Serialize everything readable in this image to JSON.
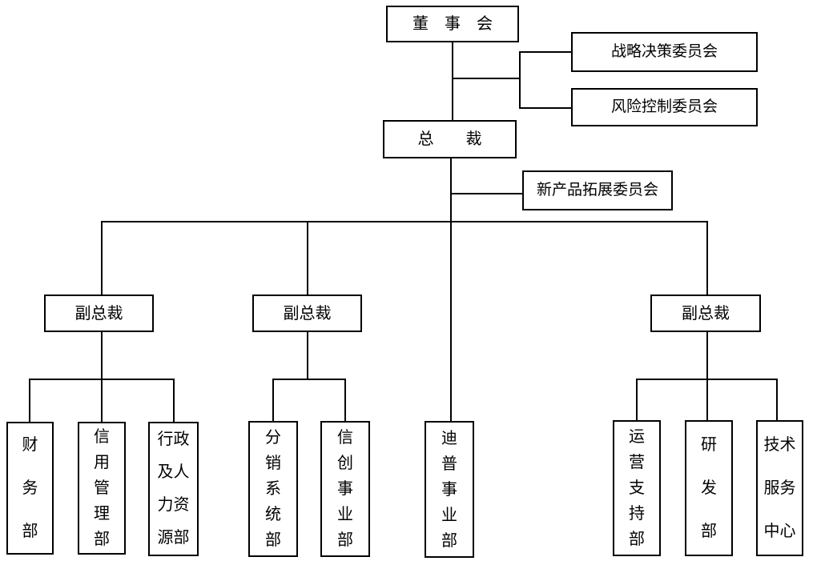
{
  "nodes": {
    "board": {
      "label": "董　事　会"
    },
    "strategy_committee": {
      "label": "战略决策委员会"
    },
    "risk_committee": {
      "label": "风险控制委员会"
    },
    "president": {
      "label": "总　　裁"
    },
    "new_product_committee": {
      "label": "新产品拓展委员会"
    },
    "vp_left": {
      "label": "副总裁"
    },
    "vp_middle": {
      "label": "副总裁"
    },
    "vp_right": {
      "label": "副总裁"
    },
    "finance_dept": {
      "label": "财\n务\n部"
    },
    "credit_management_dept": {
      "label": "信\n用\n管\n理\n部"
    },
    "admin_hr_dept": {
      "label": "行政\n及人\n力资\n源部"
    },
    "distribution_system_dept": {
      "label": "分\n销\n系\n统\n部"
    },
    "xinchuang_business_dept": {
      "label": "信\n创\n事\n业\n部"
    },
    "dipu_business_dept": {
      "label": "迪\n普\n事\n业\n部"
    },
    "operations_support_dept": {
      "label": "运\n营\n支\n持\n部"
    },
    "rnd_dept": {
      "label": "研\n发\n部"
    },
    "tech_service_center": {
      "label": "技术\n服务\n中心"
    }
  },
  "hierarchy": {
    "edges": [
      {
        "from": "board",
        "to": "strategy_committee"
      },
      {
        "from": "board",
        "to": "risk_committee"
      },
      {
        "from": "board",
        "to": "president"
      },
      {
        "from": "president",
        "to": "new_product_committee"
      },
      {
        "from": "president",
        "to": "vp_left"
      },
      {
        "from": "president",
        "to": "vp_middle"
      },
      {
        "from": "president",
        "to": "dipu_business_dept"
      },
      {
        "from": "president",
        "to": "vp_right"
      },
      {
        "from": "vp_left",
        "to": "finance_dept"
      },
      {
        "from": "vp_left",
        "to": "credit_management_dept"
      },
      {
        "from": "vp_left",
        "to": "admin_hr_dept"
      },
      {
        "from": "vp_middle",
        "to": "distribution_system_dept"
      },
      {
        "from": "vp_middle",
        "to": "xinchuang_business_dept"
      },
      {
        "from": "vp_right",
        "to": "operations_support_dept"
      },
      {
        "from": "vp_right",
        "to": "rnd_dept"
      },
      {
        "from": "vp_right",
        "to": "tech_service_center"
      }
    ]
  },
  "colors": {
    "background": "#ffffff",
    "box_fill": "#ffffff",
    "box_border": "#000000",
    "line": "#000000",
    "text": "#000000"
  }
}
